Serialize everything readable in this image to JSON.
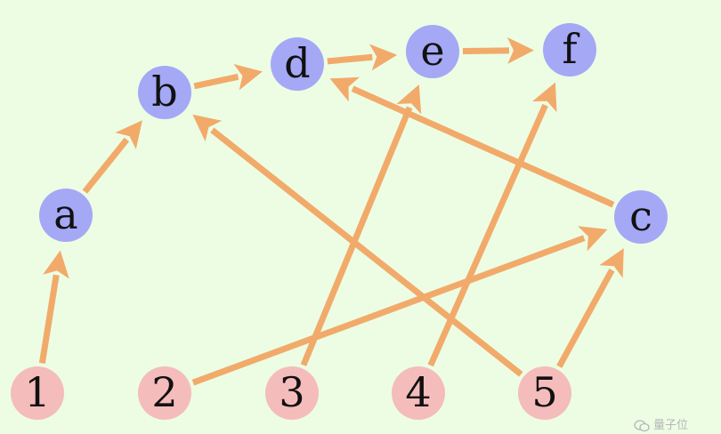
{
  "colors": {
    "background": "#ecfde4",
    "edge": "#f2aa6a",
    "node_letter": "#a5a8f5",
    "node_number": "#f5bcbc",
    "text": "#111111",
    "watermark": "#b6b6b6"
  },
  "nodes": [
    {
      "id": "a",
      "label": "a",
      "kind": "letter"
    },
    {
      "id": "b",
      "label": "b",
      "kind": "letter"
    },
    {
      "id": "c",
      "label": "c",
      "kind": "letter"
    },
    {
      "id": "d",
      "label": "d",
      "kind": "letter"
    },
    {
      "id": "e",
      "label": "e",
      "kind": "letter"
    },
    {
      "id": "f",
      "label": "f",
      "kind": "letter"
    },
    {
      "id": "n1",
      "label": "1",
      "kind": "number"
    },
    {
      "id": "n2",
      "label": "2",
      "kind": "number"
    },
    {
      "id": "n3",
      "label": "3",
      "kind": "number"
    },
    {
      "id": "n4",
      "label": "4",
      "kind": "number"
    },
    {
      "id": "n5",
      "label": "5",
      "kind": "number"
    }
  ],
  "edges": [
    {
      "from": "n1",
      "to": "a"
    },
    {
      "from": "a",
      "to": "b"
    },
    {
      "from": "b",
      "to": "d"
    },
    {
      "from": "d",
      "to": "e"
    },
    {
      "from": "e",
      "to": "f"
    },
    {
      "from": "c",
      "to": "d"
    },
    {
      "from": "n2",
      "to": "c"
    },
    {
      "from": "n3",
      "to": "e"
    },
    {
      "from": "n4",
      "to": "f"
    },
    {
      "from": "n5",
      "to": "b"
    },
    {
      "from": "n5",
      "to": "c"
    }
  ],
  "watermark": {
    "text": "量子位",
    "icon": "wechat-icon"
  }
}
